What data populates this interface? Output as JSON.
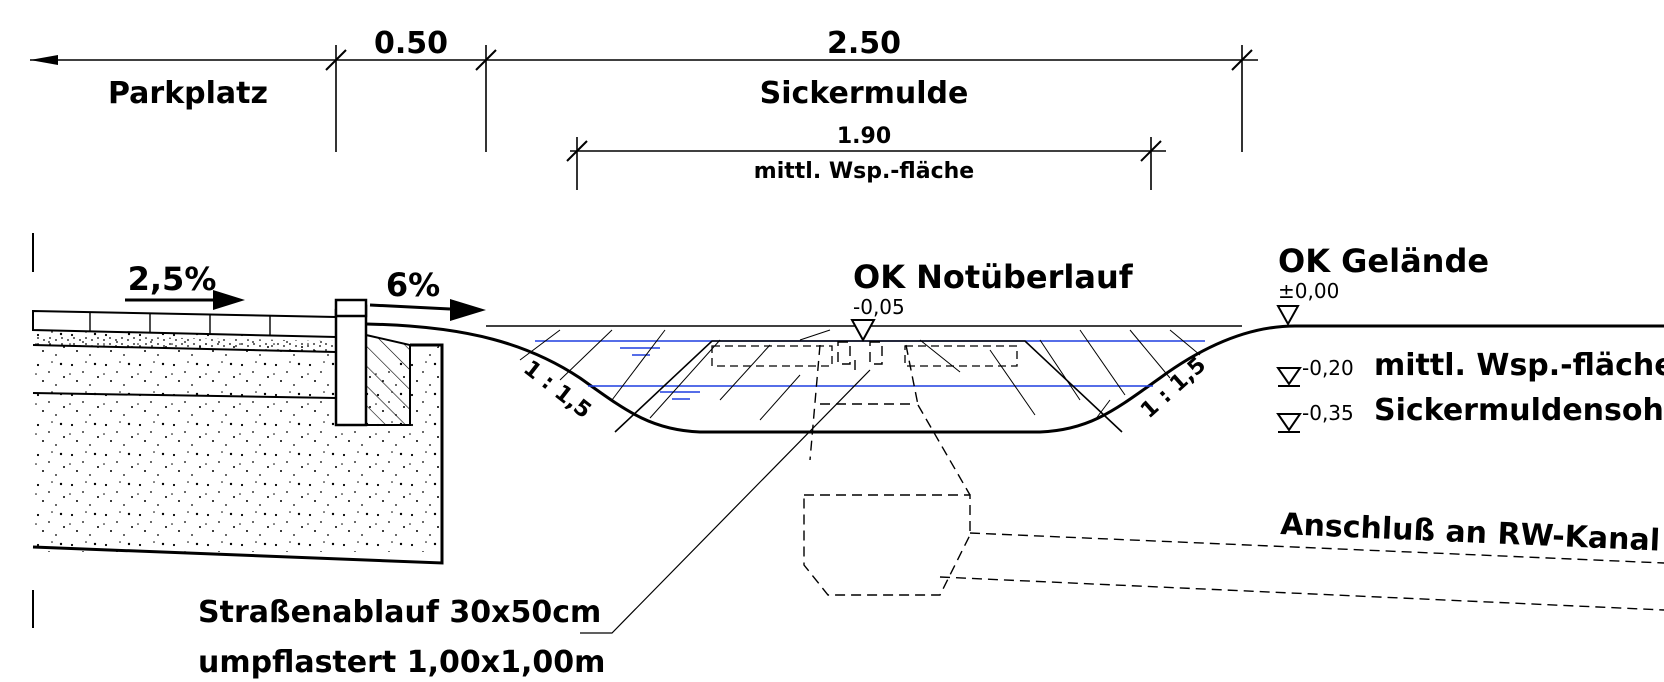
{
  "dimensions": {
    "parkplatz": "Parkplatz",
    "gap_width": "0.50",
    "mulde_width": "2.50",
    "mulde_label": "Sickermulde",
    "water_width": "1.90",
    "water_label": "mittl. Wsp.-fläche"
  },
  "slopes": {
    "parking": "2,5%",
    "ramp": "6%",
    "left_embankment": "1 : 1,5",
    "right_embankment": "1 : 1,5"
  },
  "levels": {
    "overflow_title": "OK Notüberlauf",
    "overflow_value": "-0,05",
    "ground_title": "OK Gelände",
    "ground_value": "±0,00",
    "water_value": "-0,20",
    "water_label": "mittl. Wsp.-fläche",
    "sole_value": "-0,35",
    "sole_label": "Sickermuldensohle"
  },
  "notes": {
    "inlet_line1": "Straßenablauf 30x50cm",
    "inlet_line2": "umpflastert 1,00x1,00m",
    "connection": "Anschluß an RW-Kanal"
  },
  "colors": {
    "water": "#1f3fe0",
    "line": "#000000"
  }
}
